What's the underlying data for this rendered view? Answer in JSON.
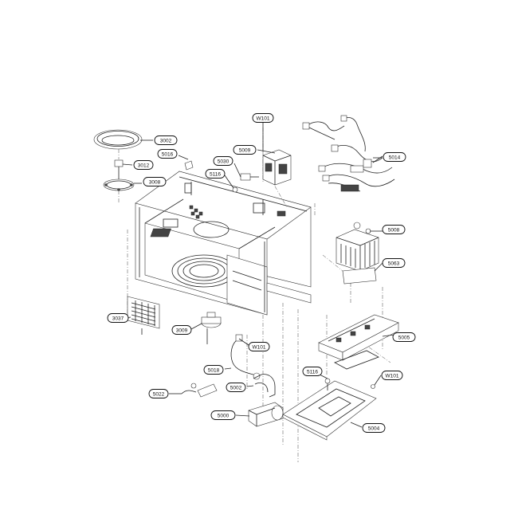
{
  "callouts": [
    {
      "id": "c-3002",
      "label": "3002"
    },
    {
      "id": "c-5016",
      "label": "5016"
    },
    {
      "id": "c-3012",
      "label": "3012"
    },
    {
      "id": "c-3008",
      "label": "3008"
    },
    {
      "id": "c-w101-top",
      "label": "W101"
    },
    {
      "id": "c-5009",
      "label": "5009"
    },
    {
      "id": "c-5030",
      "label": "5030"
    },
    {
      "id": "c-5116-top",
      "label": "5116"
    },
    {
      "id": "c-5014",
      "label": "5014"
    },
    {
      "id": "c-5008",
      "label": "5008"
    },
    {
      "id": "c-5063",
      "label": "5063"
    },
    {
      "id": "c-3037",
      "label": "3037"
    },
    {
      "id": "c-3009",
      "label": "3009"
    },
    {
      "id": "c-5005",
      "label": "5005"
    },
    {
      "id": "c-w101-mid",
      "label": "W101"
    },
    {
      "id": "c-5018",
      "label": "5018"
    },
    {
      "id": "c-5116-bot",
      "label": "5116"
    },
    {
      "id": "c-w101-right",
      "label": "W101"
    },
    {
      "id": "c-5022",
      "label": "5022"
    },
    {
      "id": "c-5002",
      "label": "5002"
    },
    {
      "id": "c-5000",
      "label": "5000"
    },
    {
      "id": "c-5004",
      "label": "5004"
    }
  ]
}
